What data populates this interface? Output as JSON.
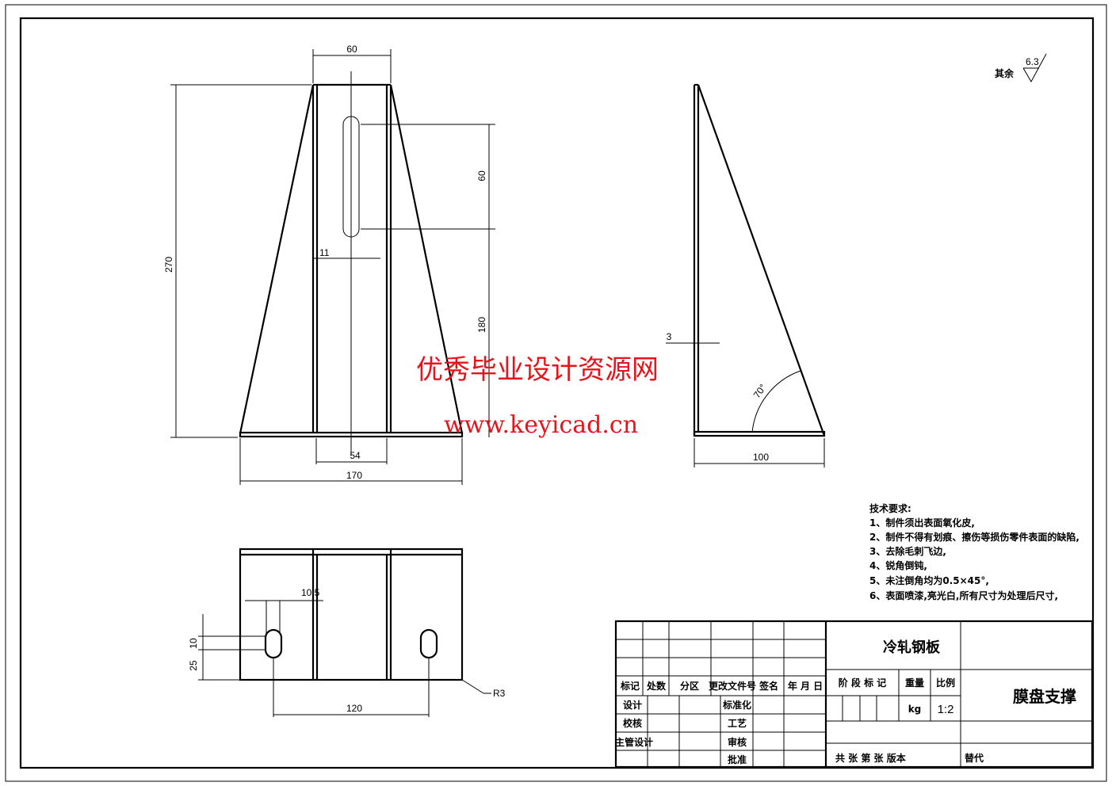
{
  "drawing": {
    "part_name": "膜盘支撑",
    "material": "冷轧钢板",
    "scale": "1:2",
    "weight_unit": "kg",
    "roughness_note": "其余",
    "roughness_value": "6.3"
  },
  "dimensions": {
    "front": {
      "top_width": "60",
      "height": "270",
      "slot_length": "60",
      "slot_to_base": "180",
      "slot_width": "11",
      "inner_width": "54",
      "base_width": "170"
    },
    "side": {
      "thickness": "3",
      "angle": "70°",
      "base_length": "100"
    },
    "bottom": {
      "slot_width": "10.5",
      "slot_length": "10",
      "slot_offset": "25",
      "slot_spacing": "120",
      "corner_radius": "R3"
    }
  },
  "tech_requirements": {
    "title": "技术要求:",
    "items": [
      "1、制件须出表面氧化皮,",
      "2、制件不得有划痕、擦伤等损伤零件表面的缺陷,",
      "3、去除毛刺飞边,",
      "4、锐角倒钝,",
      "5、未注倒角均为0.5×45°,",
      "6、表面喷漆,亮光白,所有尺寸为处理后尺寸,"
    ]
  },
  "title_block": {
    "header": [
      "标记",
      "处数",
      "分区",
      "更改文件号",
      "签名",
      "年 月 日"
    ],
    "rows": [
      "设计",
      "校核",
      "主管设计"
    ],
    "roles": [
      "标准化",
      "工艺",
      "审核",
      "批准"
    ],
    "stage_mark": "阶 段 标 记",
    "weight": "重量",
    "ratio": "比例",
    "sheets": "共  张  第  张  版本",
    "replace": "替代"
  },
  "watermark": {
    "line1": "优秀毕业设计资源网",
    "line2": "www.keyicad.cn"
  }
}
